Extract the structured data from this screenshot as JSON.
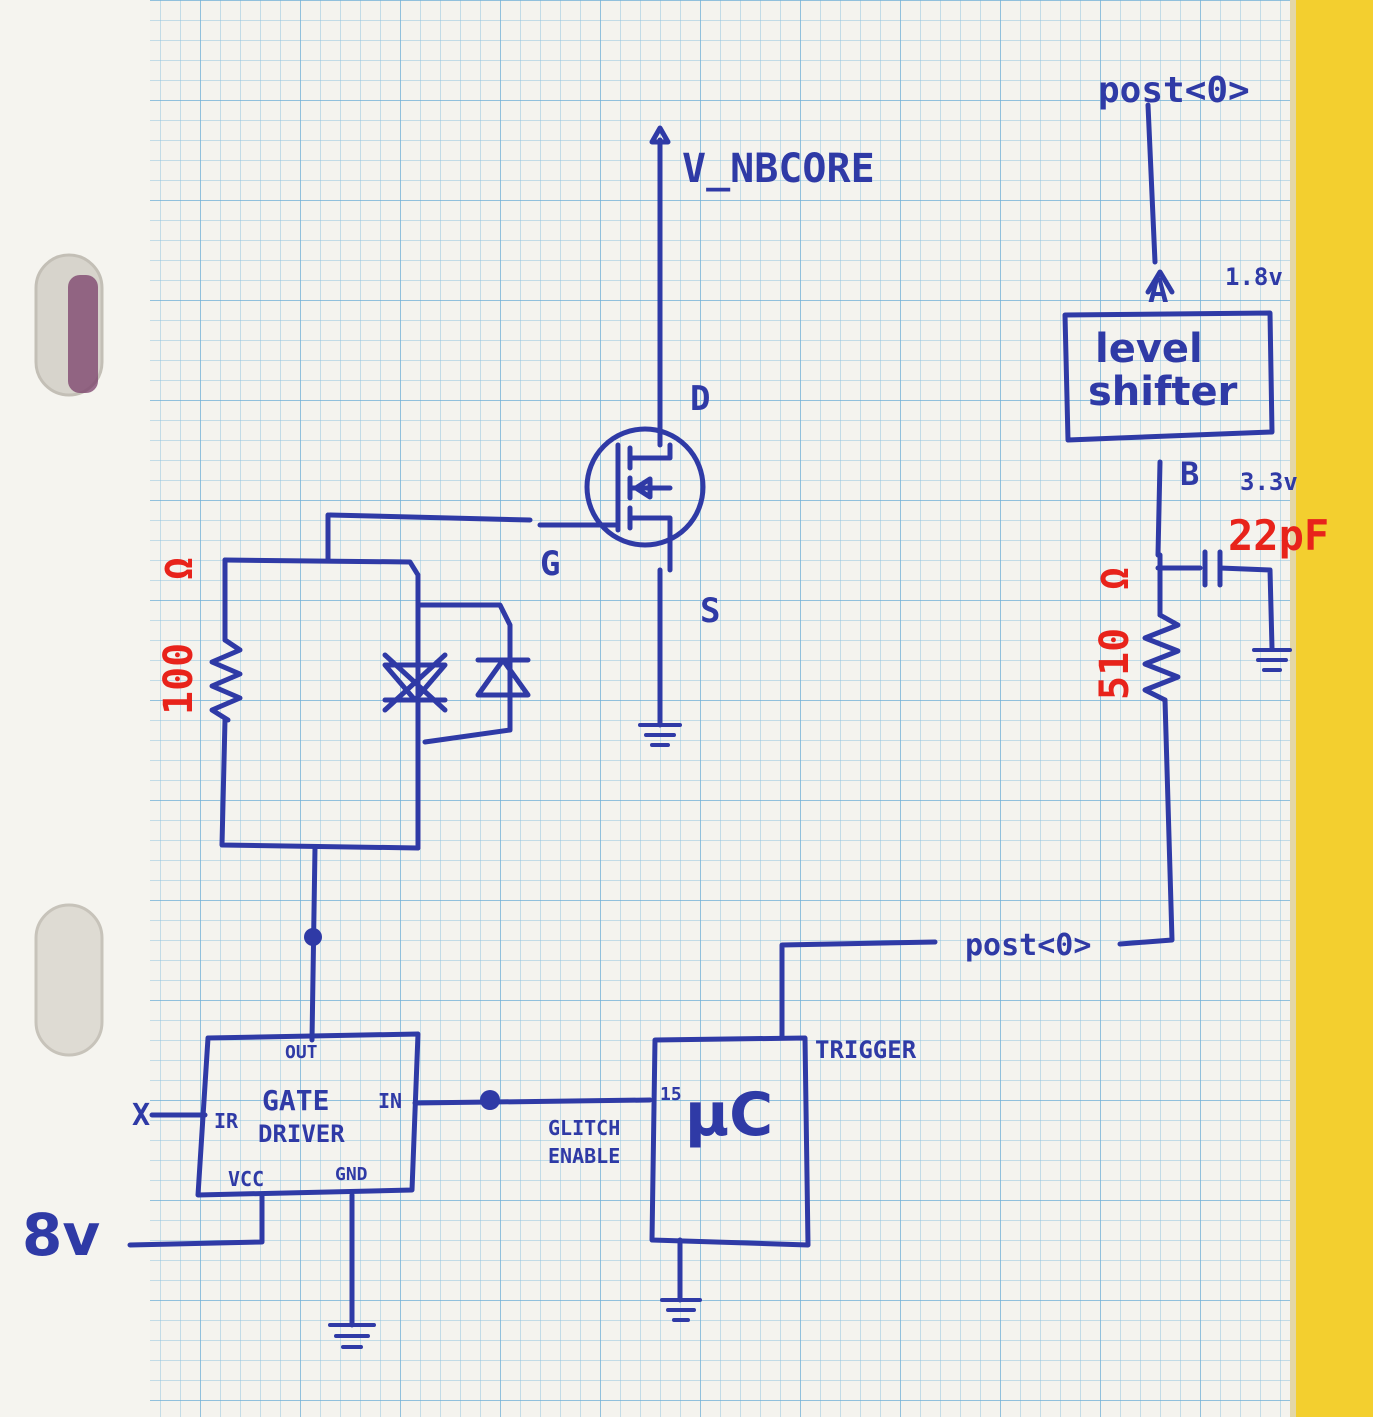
{
  "labels": {
    "v_nbcore": "V_NBCORE",
    "drain": "D",
    "gate": "G",
    "source": "S",
    "gate_resistor_value": "100",
    "gate_resistor_unit": "Ω",
    "post_top": "post<0>",
    "voltage_a": "1.8v",
    "level_shifter_line1": "level",
    "level_shifter_line2": "shifter",
    "pin_a": "A",
    "pin_b": "B",
    "voltage_b": "3.3v",
    "cap_value": "22pF",
    "res2_value": "510",
    "res2_unit": "Ω",
    "post_bottom": "post<0>",
    "trigger": "TRIGGER",
    "uc": "μC",
    "uc_pin": "15",
    "glitch_line1": "GLITCH",
    "glitch_line2": "ENABLE",
    "driver_line1": "GATE",
    "driver_line2": "DRIVER",
    "pin_out": "OUT",
    "pin_in": "IN",
    "pin_ir": "IR",
    "pin_vcc": "VCC",
    "pin_gnd": "GND",
    "pin_x": "X",
    "supply": "8v"
  }
}
